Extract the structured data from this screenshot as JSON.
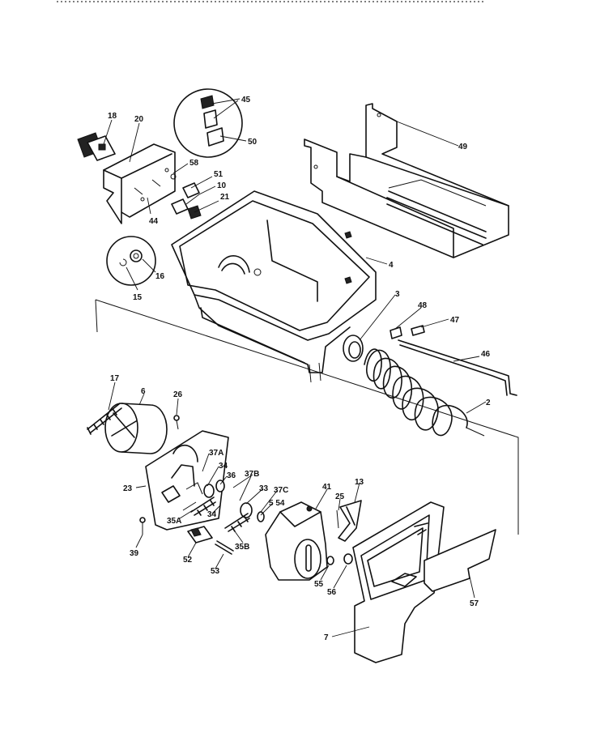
{
  "labels": {
    "l18": "18",
    "l20": "20",
    "l45": "45",
    "l50": "50",
    "l49": "49",
    "l58": "58",
    "l51": "51",
    "l10": "10",
    "l21": "21",
    "l44": "44",
    "l4": "4",
    "l16": "16",
    "l15": "15",
    "l3": "3",
    "l48": "48",
    "l47": "47",
    "l46": "46",
    "l2": "2",
    "l17": "17",
    "l6": "6",
    "l26": "26",
    "l37a": "37A",
    "l34a": "34",
    "l36": "36",
    "l37b": "37B",
    "l33": "33",
    "l37c": "37C",
    "l41": "41",
    "l25": "25",
    "l13": "13",
    "l23": "23",
    "l35a": "35A",
    "l34b": "34",
    "l54": "5 54",
    "l39": "39",
    "l52": "52",
    "l35b": "35B",
    "l53": "53",
    "l55": "55",
    "l56": "56",
    "l57": "57",
    "l7": "7"
  }
}
